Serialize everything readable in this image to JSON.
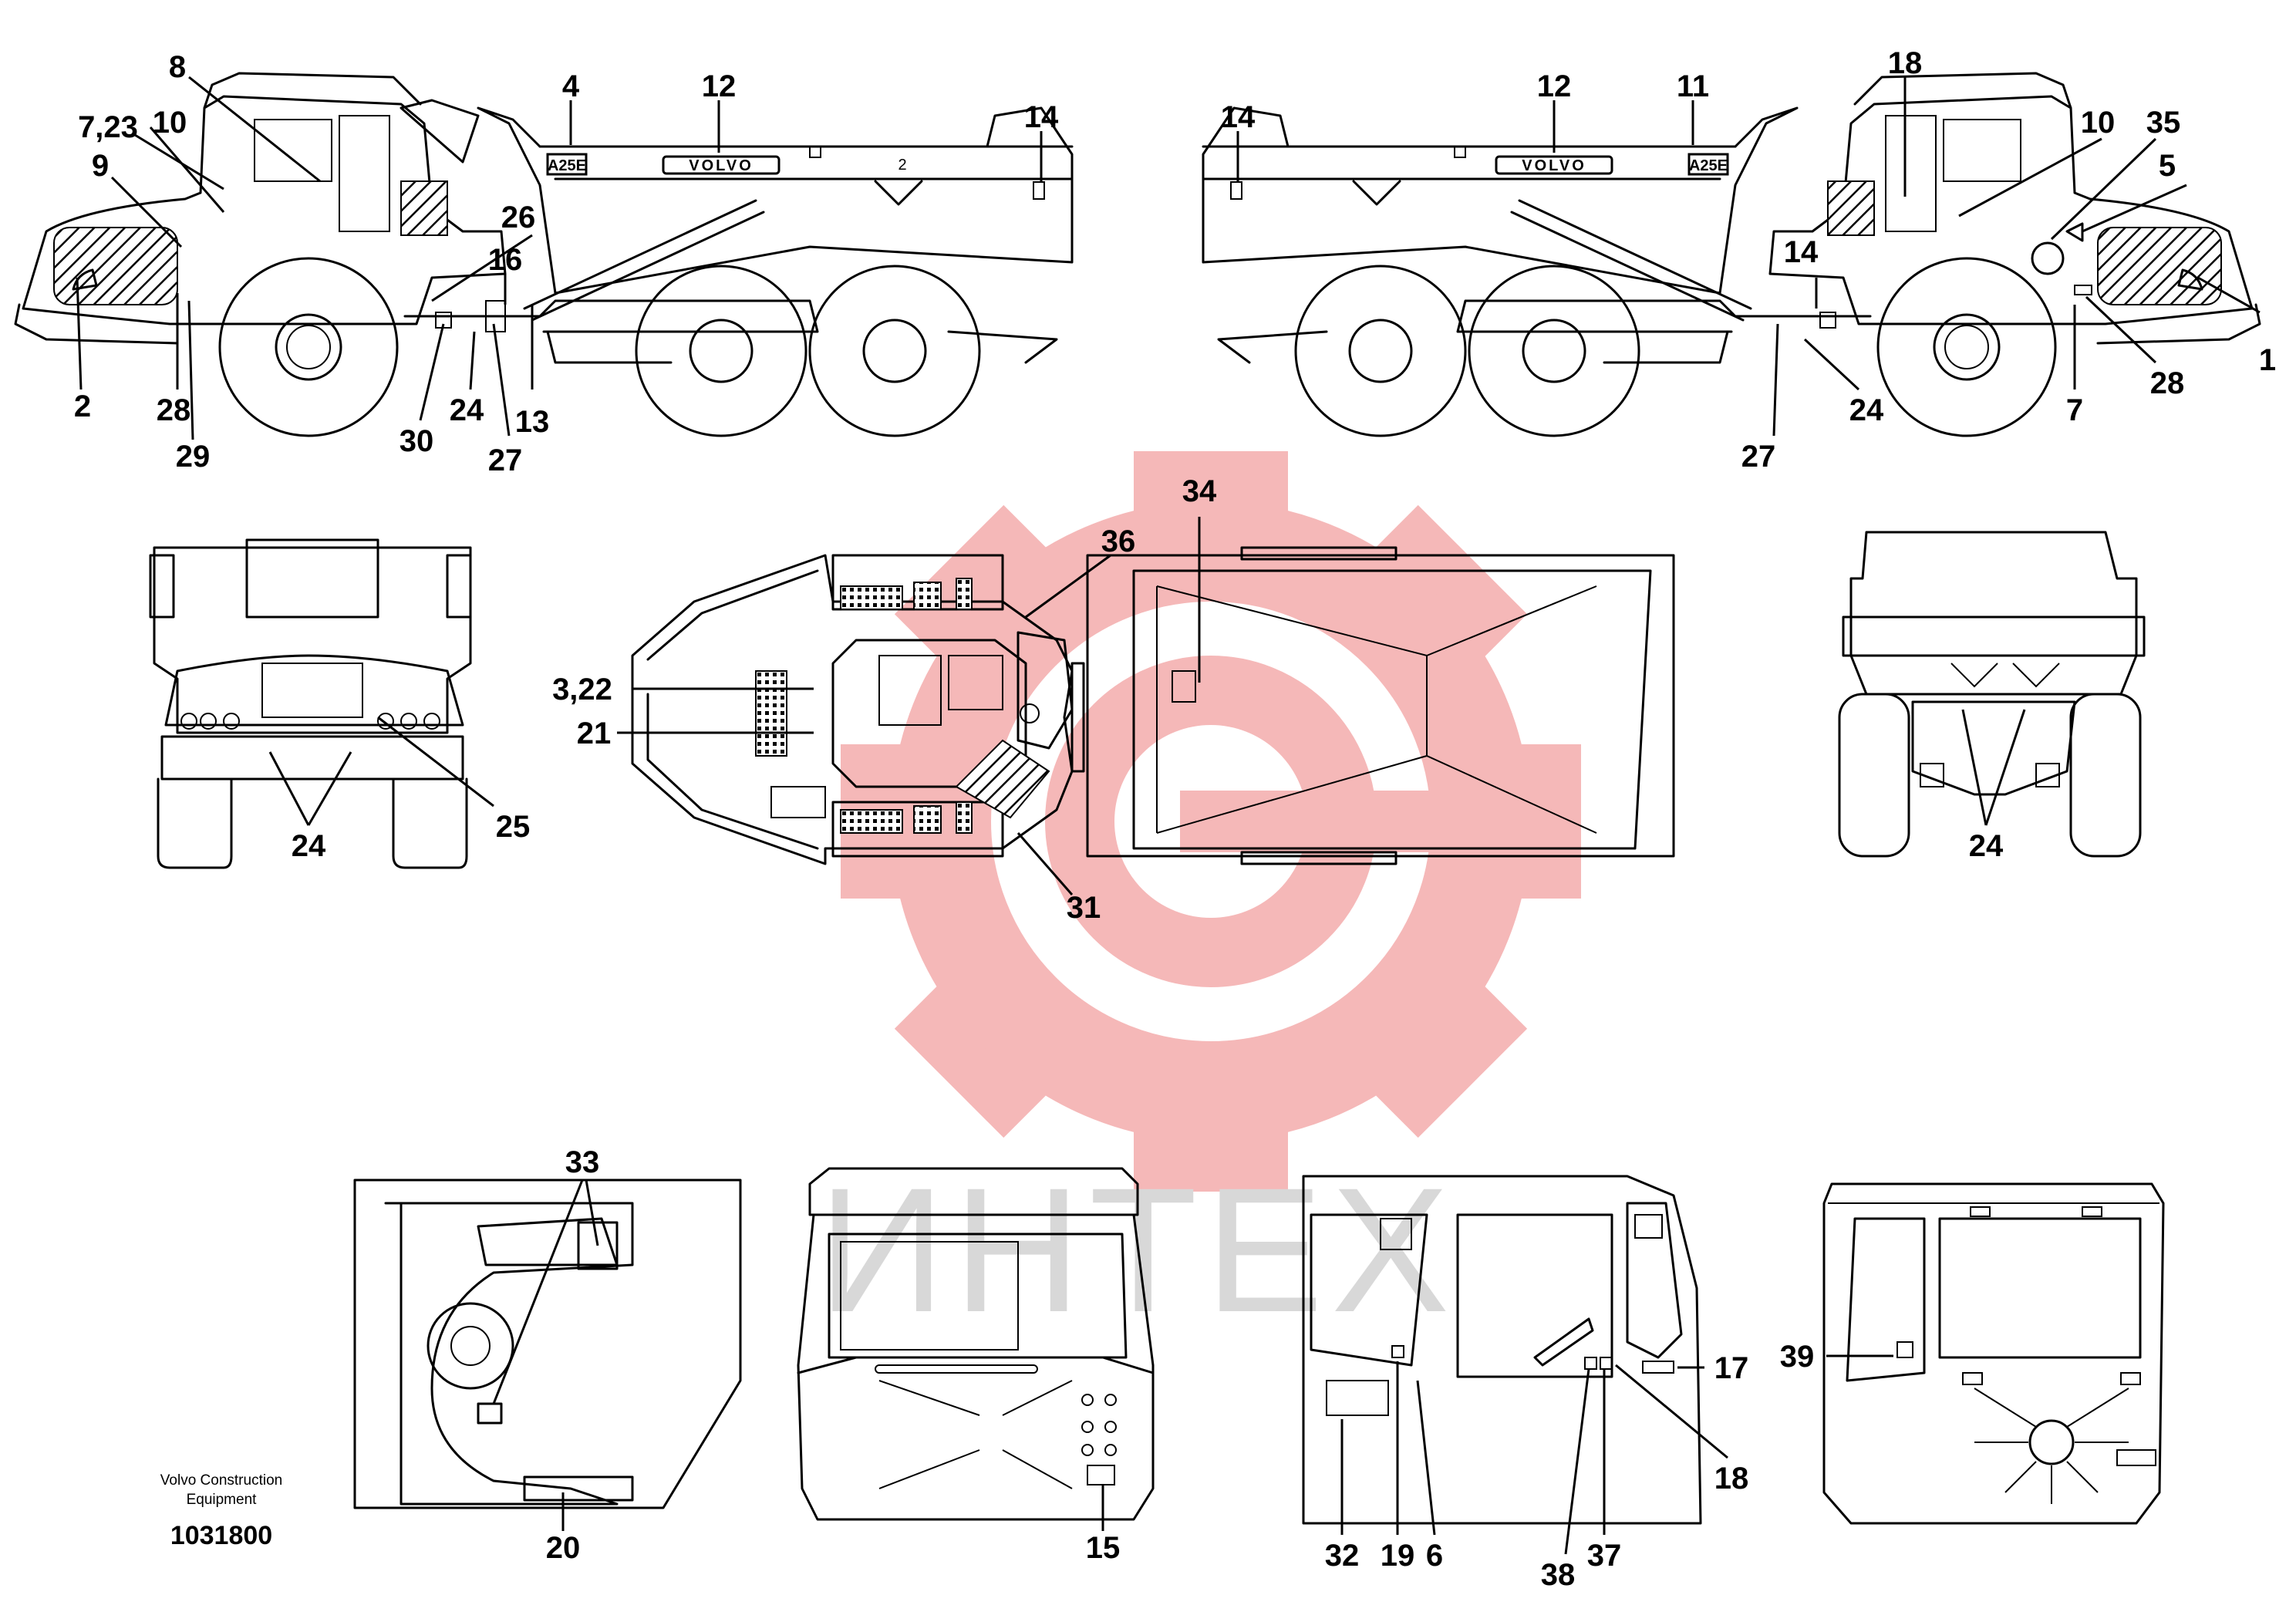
{
  "colors": {
    "line": "#000000",
    "watermark_gear": "#f5b8b8",
    "watermark_text": "#d8d8d8",
    "background": "#ffffff"
  },
  "watermark": {
    "text": "ИНТЕХ"
  },
  "truck": {
    "brand": "VOLVO",
    "model": "A25E",
    "dump_mark": "2"
  },
  "caption": {
    "line1": "Volvo Construction",
    "line2": "Equipment",
    "part_number": "1031800"
  },
  "callouts": {
    "c1": "1",
    "c2": "2",
    "c4": "4",
    "c5": "5",
    "c6": "6",
    "c7": "7",
    "c7_23": "7,23",
    "c8": "8",
    "c9": "9",
    "c10": "10",
    "c11": "11",
    "c12": "12",
    "c13": "13",
    "c14": "14",
    "c15": "15",
    "c16": "16",
    "c17": "17",
    "c18": "18",
    "c19": "19",
    "c20": "20",
    "c21": "21",
    "c24": "24",
    "c25": "25",
    "c26": "26",
    "c27": "27",
    "c28": "28",
    "c29": "29",
    "c30": "30",
    "c31": "31",
    "c32": "32",
    "c33": "33",
    "c34": "34",
    "c35": "35",
    "c36": "36",
    "c37": "37",
    "c38": "38",
    "c39": "39",
    "c3_22": "3,22"
  }
}
